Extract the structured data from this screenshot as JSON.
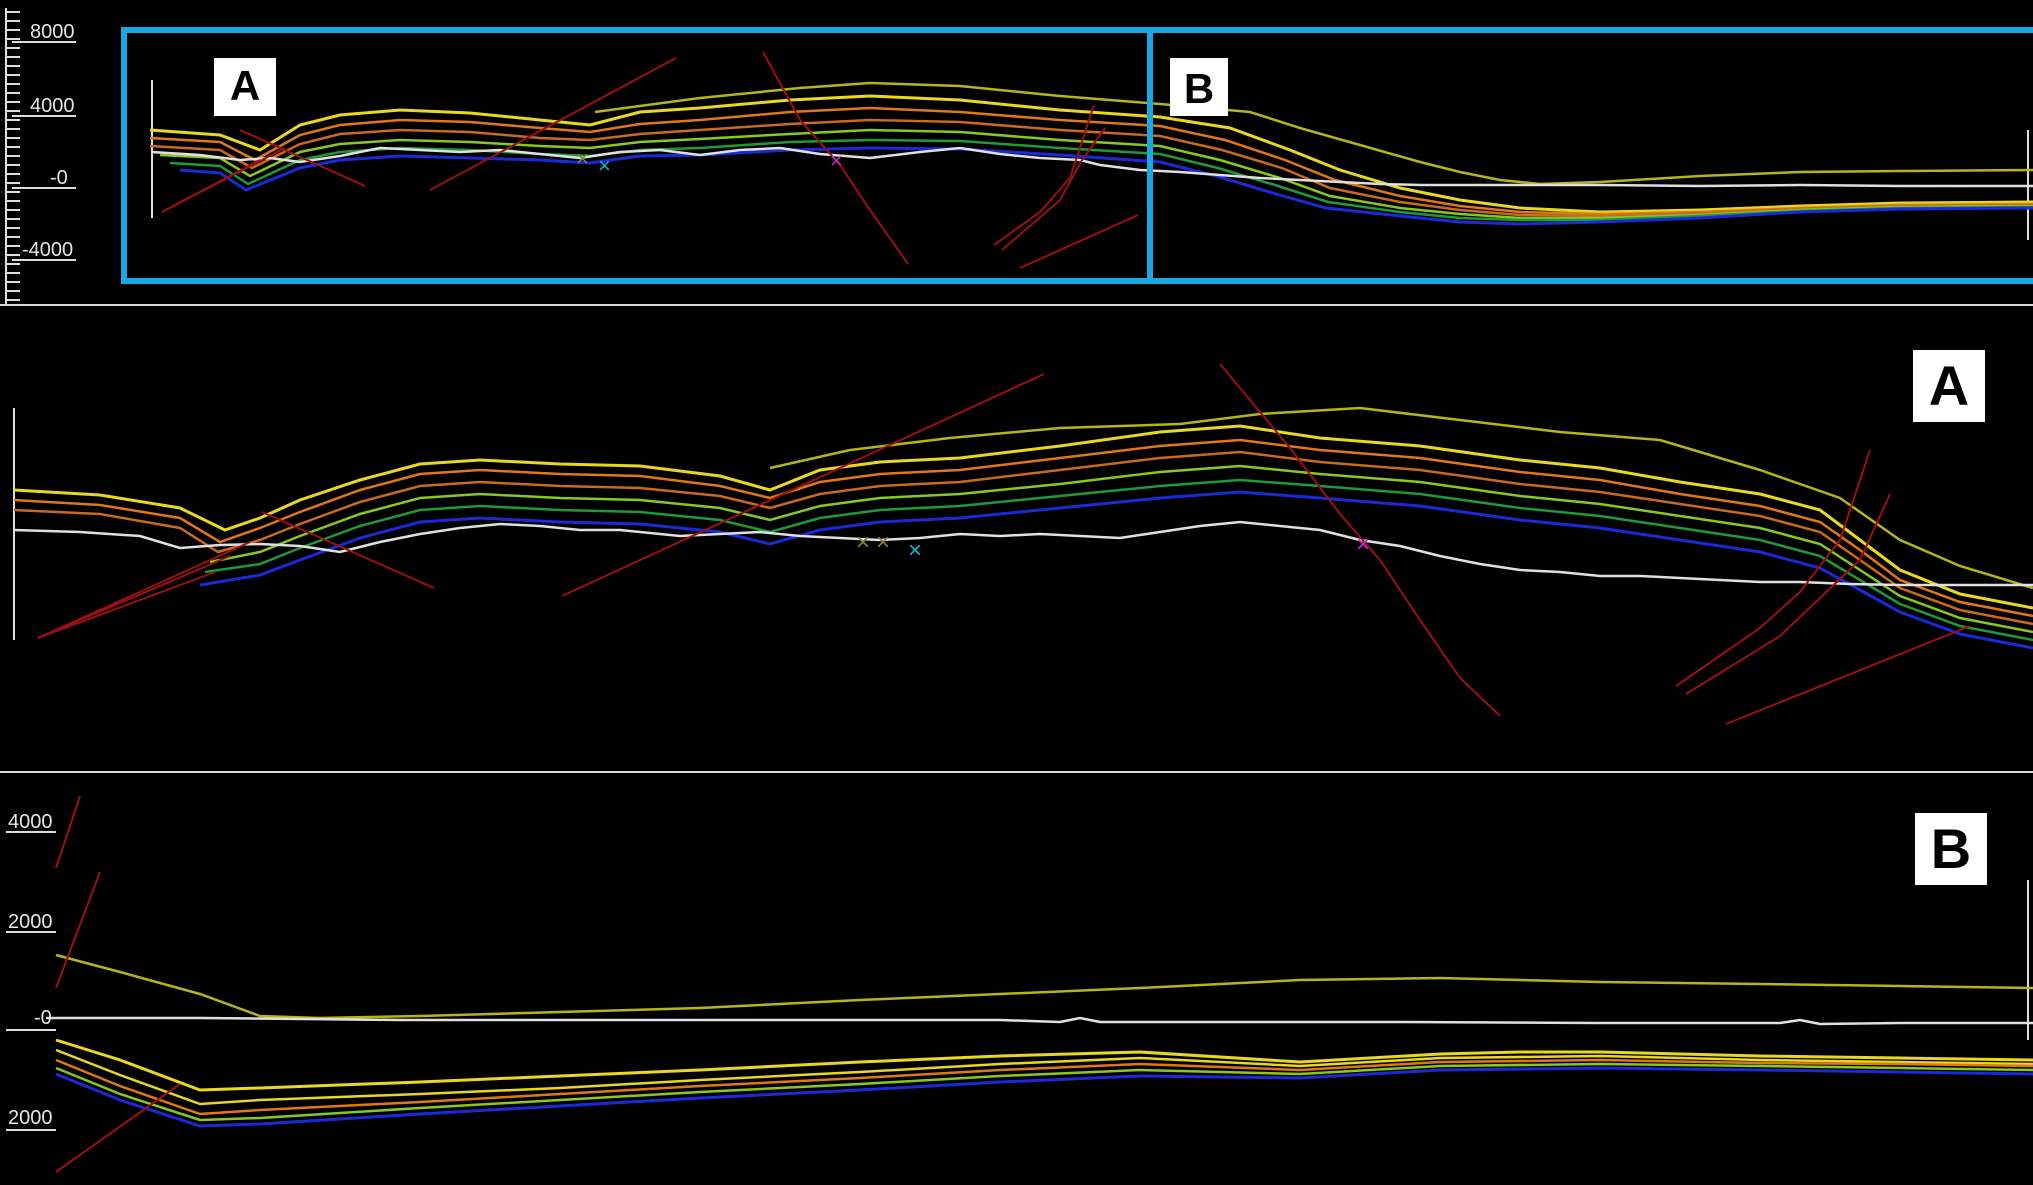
{
  "colors": {
    "background": "#000000",
    "frame": "#19a8e6",
    "separator": "#d8d8d8",
    "fault": "#9b1010",
    "topography": "#e0e0e0",
    "horizons": [
      "#b5b51a",
      "#e8d820",
      "#e07818",
      "#c86a20",
      "#8ac81e",
      "#1e9a3a",
      "#1a2ad6"
    ],
    "marker_x_1": "#7a8a30",
    "marker_x_2": "#1ab0c8",
    "marker_x_3": "#c030c8"
  },
  "overview": {
    "axis_labels": [
      "8000",
      "4000",
      "-0",
      "-4000"
    ],
    "box_a_label": "A",
    "box_b_label": "B"
  },
  "panel_a": {
    "label": "A"
  },
  "panel_b": {
    "label": "B",
    "axis_labels": [
      "4000",
      "2000",
      "-0",
      "2000"
    ]
  }
}
